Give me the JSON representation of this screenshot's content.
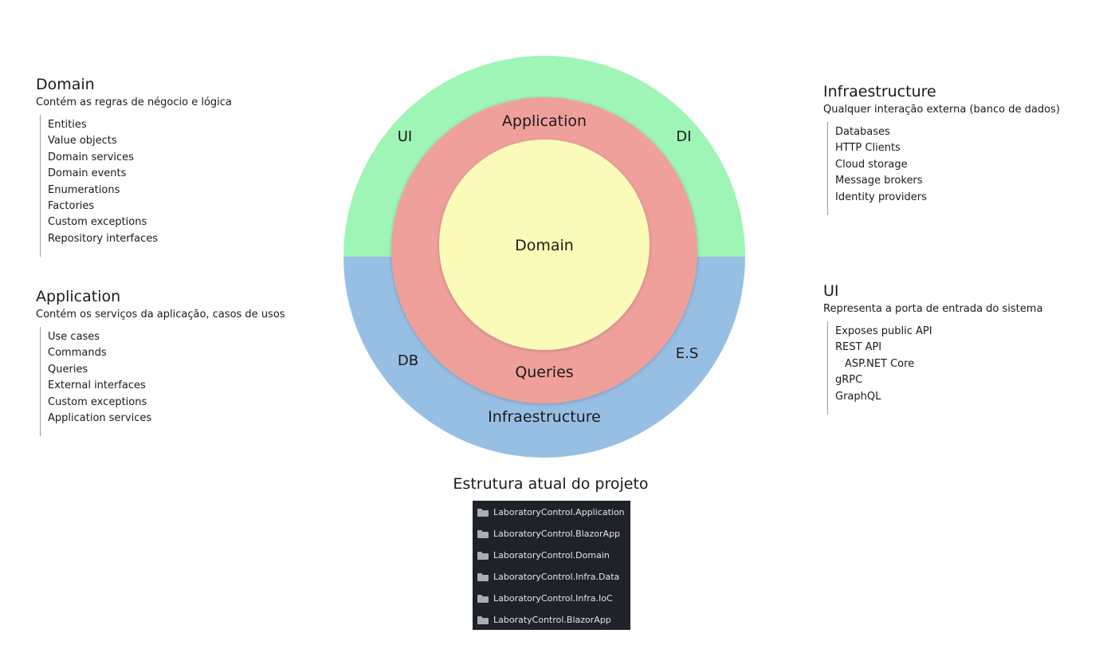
{
  "diagram": {
    "outer_top_color": "#9ef5b5",
    "outer_bottom_color": "#97bfe3",
    "middle_color": "#f0a09b",
    "inner_color": "#fafbb8",
    "labels": {
      "ui": "UI",
      "di": "DI",
      "db": "DB",
      "es": "E.S",
      "application": "Application",
      "queries": "Queries",
      "domain": "Domain",
      "infraestructure": "Infraestructure"
    }
  },
  "sections": {
    "domain": {
      "title": "Domain",
      "subtitle": "Contém as regras de négocio e lógica",
      "items": [
        "Entities",
        "Value objects",
        "Domain services",
        "Domain events",
        "Enumerations",
        "Factories",
        "Custom exceptions",
        "Repository interfaces"
      ]
    },
    "application": {
      "title": "Application",
      "subtitle": "Contém os serviços da aplicação, casos de usos",
      "items": [
        "Use cases",
        "Commands",
        "Queries",
        "External interfaces",
        "Custom exceptions",
        "Application services"
      ]
    },
    "infraestructure": {
      "title": "Infraestructure",
      "subtitle": "Qualquer interação externa (banco de dados)",
      "items": [
        "Databases",
        "HTTP Clients",
        "Cloud storage",
        "Message brokers",
        "Identity providers"
      ]
    },
    "ui": {
      "title": "UI",
      "subtitle": "Representa a porta de entrada do sistema",
      "items": [
        "Exposes public API",
        "REST API",
        "ASP.NET Core",
        "gRPC",
        "GraphQL"
      ]
    }
  },
  "project": {
    "title": "Estrutura atual do projeto",
    "folders": [
      "LaboratoryControl.Application",
      "LaboratoryControl.BlazorApp",
      "LaboratoryControl.Domain",
      "LaboratoryControl.Infra.Data",
      "LaboratoryControl.Infra.IoC",
      "LaboratyControl.BlazorApp"
    ]
  }
}
